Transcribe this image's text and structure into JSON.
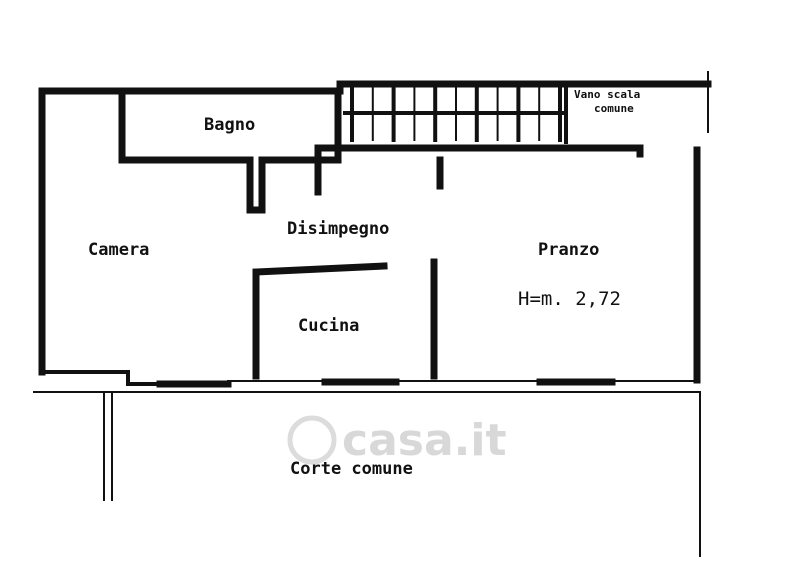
{
  "rooms": {
    "bagno": "Bagno",
    "camera": "Camera",
    "disimpegno": "Disimpegno",
    "pranzo": "Pranzo",
    "cucina": "Cucina",
    "corte": "Corte comune",
    "vano_scala_line1": "Vano scala",
    "vano_scala_line2": "comune"
  },
  "height_note": "H=m. 2,72",
  "watermark": "casa.it",
  "stairs": {
    "steps": 10
  }
}
